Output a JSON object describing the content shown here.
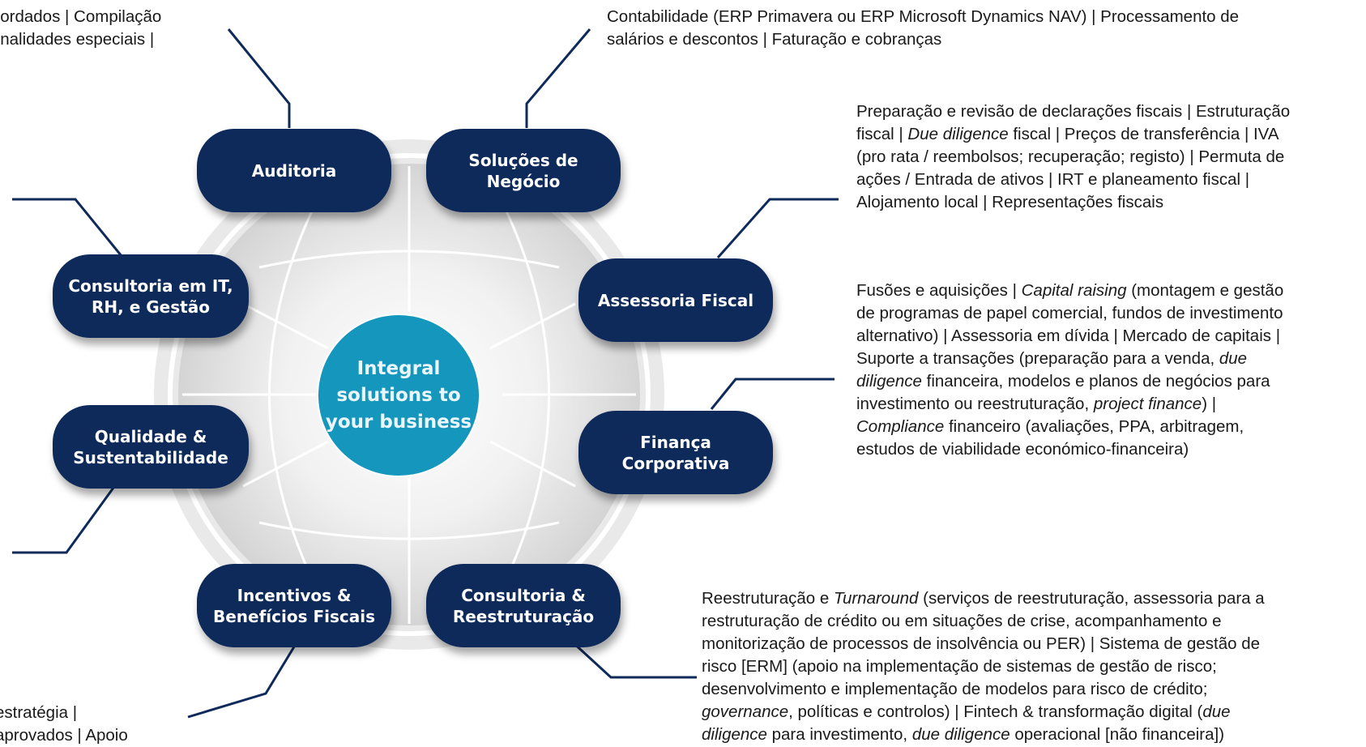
{
  "hub": {
    "label": "Integral\nsolutions to\nyour business"
  },
  "services": {
    "auditoria": "Auditoria",
    "solucoes": "Soluções de\nNegócio",
    "fiscal": "Assessoria Fiscal",
    "financa": "Finança\nCorporativa",
    "reestruturacao": "Consultoria &\nReestruturação",
    "incentivos": "Incentivos &\nBenefícios Fiscais",
    "qualidade": "Qualidade &\nSustentabilidade",
    "it": "Consultoria em IT,\nRH, e Gestão"
  },
  "descriptions": {
    "auditoria": [
      "cordados | Compilação",
      "finalidades especiais |"
    ],
    "solucoes": [
      "Contabilidade (ERP Primavera ou ERP Microsoft Dynamics NAV) | Processamento de",
      "salários e descontos | Faturação e cobranças"
    ],
    "fiscal": [
      "Preparação e revisão de declarações fiscais | Estruturação",
      "fiscal | *Due diligence* fiscal | Preços de transferência | IVA",
      "(pro rata / reembolsos; recuperação; registo) | Permuta de",
      "ações / Entrada de ativos | IRT e planeamento fiscal |",
      "Alojamento local | Representações fiscais"
    ],
    "financa": [
      "Fusões e aquisições | *Capital raising* (montagem e gestão",
      "de programas de papel comercial, fundos de investimento",
      "alternativo) | Assessoria em dívida | Mercado de capitais |",
      "Suporte a transações (preparação para a venda, *due*",
      "*diligence* financeira, modelos e planos de negócios para",
      "investimento ou reestruturação, *project finance*) |",
      "*Compliance* financeiro (avaliações, PPA, arbitragem,",
      "estudos de viabilidade económico-financeira)"
    ],
    "reestruturacao": [
      "Reestruturação e *Turnaround* (serviços de reestruturação, assessoria para a",
      "restruturação de crédito ou em situações de crise, acompanhamento e",
      "monitorização de processos de insolvência ou PER) | Sistema de gestão de",
      "risco [ERM] (apoio na implementação de sistemas de gestão de risco;",
      "desenvolvimento e implementação de modelos para risco de crédito;",
      "*governance*, políticas e controlos) | Fintech & transformação digital (*due*",
      "*diligence* para investimento, *due diligence* operacional [não financeira])"
    ],
    "incentivos": [
      "estratégia |",
      "aprovados | Apoio"
    ]
  },
  "colors": {
    "pill": "#0e2a5a",
    "hub": "#1496bd",
    "connector": "#0e2a5a",
    "ring": "#d9d9d9"
  }
}
